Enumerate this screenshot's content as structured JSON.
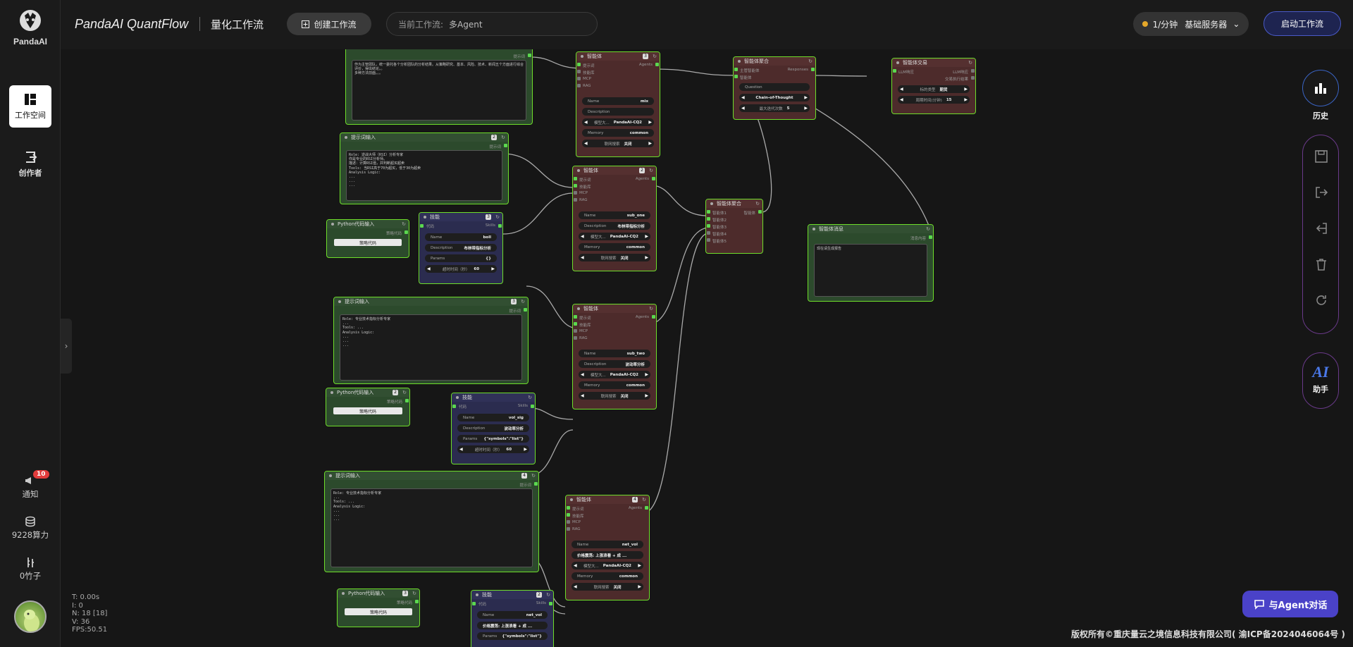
{
  "app": {
    "logo_text": "PandaAI",
    "brand": "PandaAI QuantFlow",
    "subtitle": "量化工作流"
  },
  "topbar": {
    "create_label": "创建工作流",
    "current_label": "当前工作流:",
    "current_value": "多Agent",
    "speed_label": "1/分钟",
    "server_label": "基础服务器",
    "start_label": "启动工作流"
  },
  "sidebar": {
    "items": [
      {
        "label": "工作空间"
      },
      {
        "label": "创作者"
      }
    ],
    "notify_label": "通知",
    "notify_count": "10",
    "compute_label": "9228算力",
    "bamboo_label": "0竹子"
  },
  "rightbar": {
    "history_label": "历史",
    "assistant_label": "助手",
    "assistant_logo": "AI"
  },
  "stats": {
    "t": "T: 0.00s",
    "i": "I: 0",
    "n": "N: 18 [18]",
    "v": "V: 36",
    "fps": "FPS:50.51"
  },
  "chat_label": "与Agent对话",
  "footer": "版权所有©重庆量云之境信息科技有限公司( 渝ICP备2024046064号 )",
  "nodes": {
    "prompt_title": "提示词输入",
    "prompt_port": "提示词",
    "prompt1_text": "作为主管团队，统一委托各个分析团队的分析结果。从策略研究、基本、风险、技术、新闻五个方面进行综合评价，得出结论。。\n多种方法前面。。。",
    "prompt2_text": "Role: 逆战大师（RSI）分析专家\n你是专业的RSI分析师。\n描述：计算RSI值，并判断超买超卖\nTools: 当RSI高于70为超买，低于30为超卖\nAnalysis Logic:\n...\n...\n...",
    "prompt3_text": "Role: 专业技术指标分析专家\n...\nTools: ...\nAnalysis Logic:\n...\n...\n...",
    "prompt4_text": "Role: 专业技术指标分析专家\n...\nTools: ...\nAnalysis Logic:\n...\n...\n...",
    "python_title": "Python代码输入",
    "python_port": "策略代码",
    "python_btn": "策略代码",
    "skill_title": "技能",
    "skill_port_in": "代码",
    "skill_port_out": "Skills",
    "agent_title": "智能体",
    "agent_ports": [
      "提示词",
      "技能库",
      "MCP",
      "RAG"
    ],
    "agent_out": "Agents",
    "name_label": "Name",
    "desc_label": "Description",
    "params_label": "Params",
    "model_label": "模型大...",
    "memory_label": "Memory",
    "search_label": "联网搜索",
    "timeout_label": "超时时间（秒）",
    "agent1": {
      "num": "3",
      "name": "mix",
      "desc": "",
      "model": "PandaAI-CQ2",
      "memory": "common",
      "search": "关闭"
    },
    "agent2": {
      "num": "2",
      "name": "sub_one",
      "desc": "布林带指标分析",
      "model": "PandaAI-CQ2",
      "memory": "common",
      "search": "关闭"
    },
    "agent3": {
      "num": "",
      "name": "sub_two",
      "desc": "波动率分析",
      "model": "PandaAI-CQ2",
      "memory": "common",
      "search": "关闭"
    },
    "agent4": {
      "num": "4",
      "name": "net_vol",
      "desc": "价格震荡: 上涨浪看 + 成 ...",
      "model": "PandaAI-CQ2",
      "memory": "common",
      "search": "关闭"
    },
    "skill1": {
      "num": "3",
      "name": "boll",
      "desc": "布林带指标分析",
      "params": "{}",
      "timeout": "60"
    },
    "skill2": {
      "num": "",
      "name": "vol_sig",
      "desc": "波动率分析",
      "params": "{\"symbols\":\"list\"}",
      "timeout": "60"
    },
    "skill3": {
      "num": "2",
      "name": "net_vol",
      "desc": "价格震荡: 上涨浪看 + 成 ...",
      "params": "{\"symbols\":\"list\"}",
      "timeout": ""
    },
    "group_title": "智能体聚合",
    "group1_ports": [
      "主管智能体",
      "智能体"
    ],
    "group1_out": "Responses",
    "group1_question": "Question",
    "group1_field": "Chain-of-Thought",
    "group1_iter_label": "最大迭代次数",
    "group1_iter": "5",
    "group2_ports": [
      "智能体1",
      "智能体2",
      "智能体3",
      "智能体4",
      "智能体5"
    ],
    "group2_out": "智能体",
    "trade_title": "智能体交易",
    "trade_in": "LLM响应",
    "trade_out": "LLM响应",
    "trade_sub": "交易执行结果",
    "trade_f1_label": "标的类型",
    "trade_f1": "期货",
    "trade_f2_label": "周期时间(分钟)",
    "trade_f2": "15",
    "msg_title": "智能体消息",
    "msg_port": "消息内容",
    "msg_text": "现在请生成报告"
  }
}
